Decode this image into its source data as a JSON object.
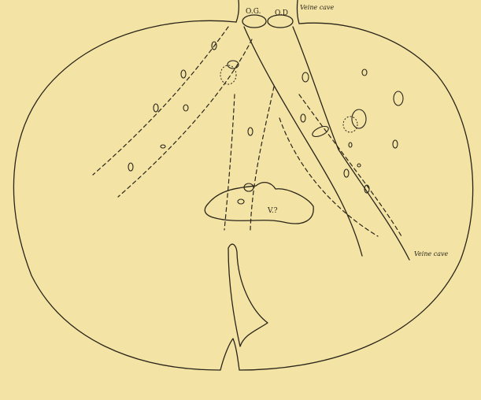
{
  "labels": {
    "left_atrium": "O.G.",
    "right_atrium": "O.D",
    "vena_cava_top": "Veine cave",
    "vena_cava_bottom": "Veine cave",
    "ventricle": "V.?"
  },
  "colors": {
    "paper": "#f3e4a6",
    "ink": "#2a2418"
  }
}
